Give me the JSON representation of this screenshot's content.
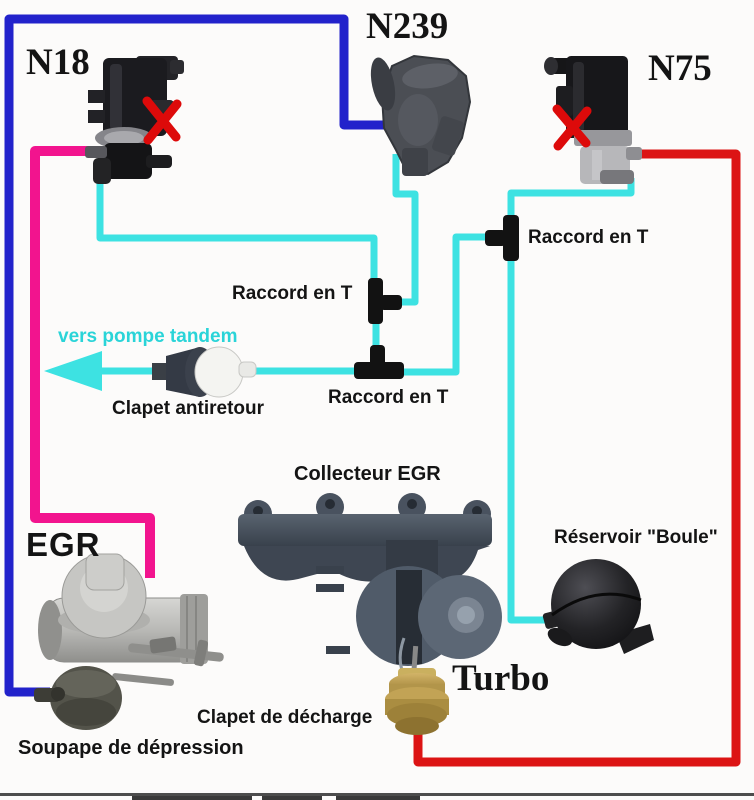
{
  "diagram": {
    "labels": {
      "n18": "N18",
      "n239": "N239",
      "n75": "N75",
      "raccord_mid": "Raccord en T",
      "raccord_bottom": "Raccord en T",
      "raccord_right": "Raccord en T",
      "vers_pompe": "vers pompe tandem",
      "clapet_antiretour": "Clapet antiretour",
      "collecteur_egr": "Collecteur EGR",
      "egr": "EGR",
      "reservoir_boule": "Réservoir \"Boule\"",
      "turbo": "Turbo",
      "clapet_decharge": "Clapet de décharge",
      "soupape_depression": "Soupape de dépression"
    },
    "colors": {
      "hose_blue": "#2222cb",
      "hose_cyan": "#3de2e2",
      "hose_pink": "#f2148e",
      "hose_red": "#dc1414",
      "cross_red": "#dd0a0a",
      "label_cyan": "#2ad4d8",
      "connector_black": "#121212"
    },
    "hoses": [
      {
        "color": "blue",
        "from": "Soupape de dépression",
        "to": "N239"
      },
      {
        "color": "pink",
        "from": "N18",
        "to": "EGR"
      },
      {
        "color": "cyan",
        "from": "N18",
        "to": "Raccord en T (central)"
      },
      {
        "color": "cyan",
        "from": "N239",
        "to": "Raccord en T (central)"
      },
      {
        "color": "cyan",
        "from": "N75",
        "to": "Raccord en T (droit)"
      },
      {
        "color": "cyan",
        "from": "Raccord en T (bas)",
        "to": "vers pompe tandem via Clapet antiretour"
      },
      {
        "color": "cyan",
        "from": "Raccord en T (droit)",
        "to": "Réservoir \"Boule\""
      },
      {
        "color": "red",
        "from": "N75",
        "to": "Clapet de décharge (Turbo)"
      }
    ],
    "blocked_ports": [
      "N18",
      "N75"
    ]
  }
}
